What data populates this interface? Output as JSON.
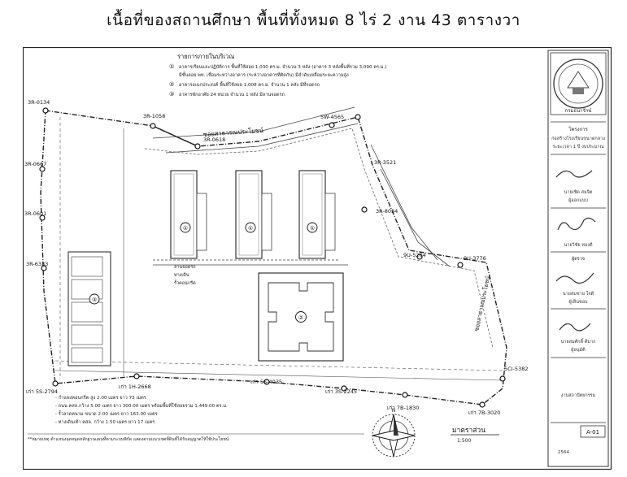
{
  "title": "เนื้อที่ของสถานศึกษา   พื้นที่ทั้งหมด  8 ไร่  2  งาน  43   ตารางวา",
  "plan": {
    "legend_heading": "รายการภายในบริเวณ",
    "legend_items": [
      {
        "num": "①",
        "text": "อาคารเรียนและปฏิบัติการ พื้นที่ใช้สอย 1,030 ตร.ม. จำนวน 3 หลัง (อาคาร 3 หลังพื้นที่รวม 3,090 ตร.ม.)"
      },
      {
        "num": "",
        "text": "มีชั้นลอย พท. เชื่อมระหว่างอาคาร (ระหว่างอาคารที่ติดกัน) มีลำดับเหลื่อมระยะความสูง"
      },
      {
        "num": "②",
        "text": "อาคารอเนกประสงค์ พื้นที่ใช้สอย 1,008 ตร.ม. จำนวน 1 หลัง มีที่จอดรถ"
      },
      {
        "num": "③",
        "text": "อาคารพักอาศัย 24 หน่วย จำนวน 1 หลัง มีลานจอดรถ"
      }
    ],
    "road_label": "ซอยสาธารณประโยชน์",
    "road_label_right": "ซอยสาธารณประโยชน์",
    "building_labels": [
      "①",
      "①",
      "①",
      "②",
      "③"
    ],
    "side_notes": [
      "ลานจอดรถ",
      "ทางเดิน",
      "รั้วคอนกรีต"
    ],
    "markers_left": [
      "3R-0134",
      "3R-0667",
      "3R-0601",
      "3R-6333",
      "เก่า 5S-2794"
    ],
    "markers_top": [
      "3R-1058",
      "3R-0618",
      "5W-4565",
      "3R-3521",
      "3R-8034"
    ],
    "markers_right": [
      "9U-5264",
      "9U-3776",
      "5CI-5382"
    ],
    "markers_bottom": [
      "เก่า 1H-2668",
      "เก่า 5S-4035",
      "เก่า 3S-2245",
      "เก่า 7B-1830",
      "เก่า 7B-3020"
    ],
    "bottom_notes": [
      "- กำแพงคอนกรีต สูง 2.00 เมตร ยาว 73 เมตร",
      "- ถนน คสล.กว้าง 5.00 เมตร ยาว 300.00 เมตร พร้อมพื้นที่ใช้สอยรวม 1,449.00 ตร.ม.",
      "- รั้วลวดหนาม ขนาด 2.00 เมตร ยาว 163.00 เมตร",
      "- ทางเดินเท้า คสล. กว้าง 1.50 เมตร ยาว 17 เมตร"
    ],
    "footnote": "**หมายเหตุ ตำแหน่งจุดหมุดหลักฐานแผนที่ตามระบบพิกัด แสดงตามแนวเขตที่ดินที่ได้รับอนุญาตให้ใช้ประโยชน์",
    "scale_title": "มาตราส่วน",
    "scale_value": "1:500",
    "north_label": "N"
  },
  "titleblock": {
    "seal_text": "กรมธนารักษ์",
    "project_heading": "โครงการ",
    "project_lines": [
      "ก่อสร้างโรงเรียนขนาดกลาง",
      "ระยะเวลา 1 ปี งบประมาณ"
    ],
    "sign_roles": [
      "ผู้ออกแบบ",
      "ผู้ตรวจ",
      "ผู้เห็นชอบ",
      "ผู้อนุมัติ"
    ],
    "sign_names": [
      "นายเชิด สมจิต",
      "นายวิชัย ทองดี",
      "นายสมชาย ใจดี",
      "นายสมศักดิ์ ดีมาก"
    ],
    "section_label": "งานสถาปัตยกรรม",
    "sheet_no": "A-01",
    "date": "2564"
  }
}
